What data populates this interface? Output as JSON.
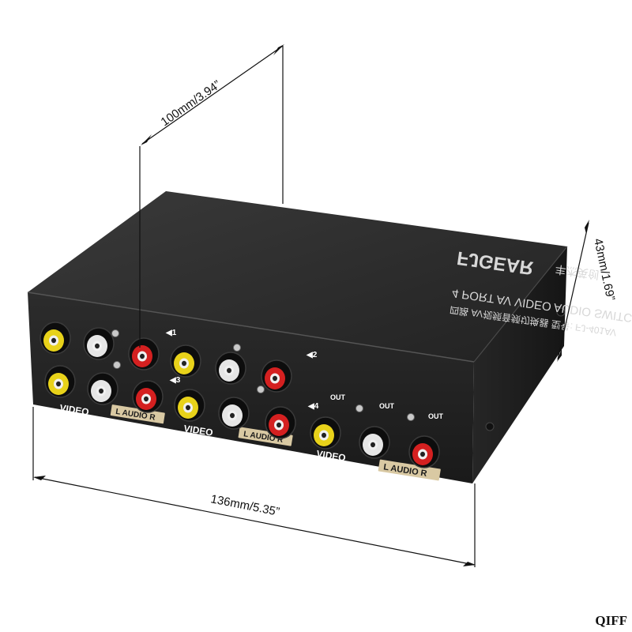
{
  "dimensions": {
    "depth_label": "100mm/3.94”",
    "height_label": "43mm/1.69”",
    "width_label": "136mm/5.35”"
  },
  "device": {
    "brand": "FJGEAR",
    "brand_chinese": "丰杰英创",
    "model_line": "4 PORT AV VIDEO AUDIO SWITCH",
    "model_chinese": "四路 AV视频音频切换器  型号: FJ-401AV",
    "port_numbers": [
      "◀1",
      "◀2",
      "◀3",
      "◀4"
    ],
    "out_label": "OUT",
    "video_label": "VIDEO",
    "audio_label": "L AUDIO R"
  },
  "colors": {
    "body": "#2b2b2b",
    "jack_yellow": "#e8d21a",
    "jack_white": "#e6e6e6",
    "jack_red": "#d42020",
    "label_box": "#d9c9a3"
  },
  "watermark": "QIFF"
}
